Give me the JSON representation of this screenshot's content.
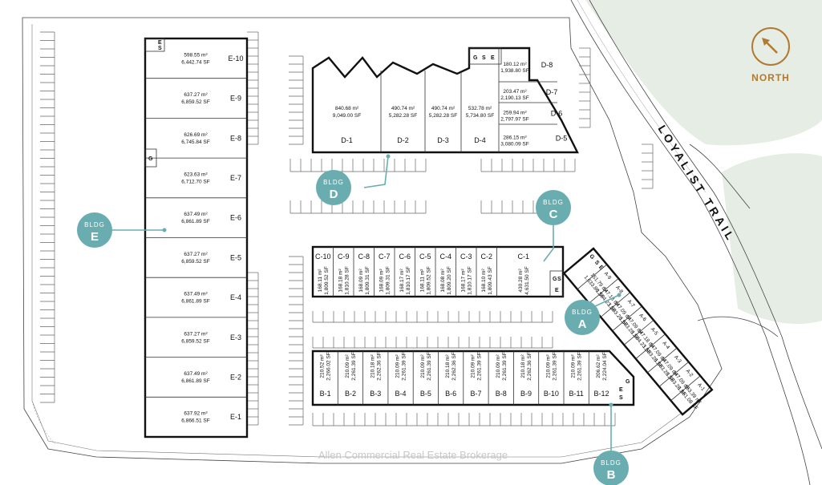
{
  "colors": {
    "badge": "#6aadb0",
    "north": "#b07a32",
    "green": "#e6ede4",
    "line": "#111111"
  },
  "north": {
    "label": "NORTH"
  },
  "road": {
    "label": "LOYALIST TRAIL"
  },
  "watermark": "Allen Commercial Real Estate Brokerage",
  "badges": [
    {
      "id": "E",
      "title": "BLDG",
      "letter": "E"
    },
    {
      "id": "D",
      "title": "BLDG",
      "letter": "D"
    },
    {
      "id": "C",
      "title": "BLDG",
      "letter": "C"
    },
    {
      "id": "A",
      "title": "BLDG",
      "letter": "A"
    },
    {
      "id": "B",
      "title": "BLDG",
      "letter": "B"
    }
  ],
  "services": {
    "E": "E",
    "S": "S",
    "G": "G"
  },
  "bldgE": [
    {
      "unit": "E-10",
      "m2": "598.55 m²",
      "sf": "6,442.74 SF"
    },
    {
      "unit": "E-9",
      "m2": "637.27 m²",
      "sf": "6,859.52 SF"
    },
    {
      "unit": "E-8",
      "m2": "626.69 m²",
      "sf": "6,745.84 SF"
    },
    {
      "unit": "E-7",
      "m2": "623.63 m²",
      "sf": "6,712.70 SF"
    },
    {
      "unit": "E-6",
      "m2": "637.49 m²",
      "sf": "6,861.89 SF"
    },
    {
      "unit": "E-5",
      "m2": "637.27 m²",
      "sf": "6,859.52 SF"
    },
    {
      "unit": "E-4",
      "m2": "637.49 m²",
      "sf": "6,861.89 SF"
    },
    {
      "unit": "E-3",
      "m2": "637.27 m²",
      "sf": "6,859.52 SF"
    },
    {
      "unit": "E-2",
      "m2": "637.49 m²",
      "sf": "6,861.89 SF"
    },
    {
      "unit": "E-1",
      "m2": "637.92 m²",
      "sf": "6,866.51 SF"
    }
  ],
  "bldgD": [
    {
      "unit": "D-1",
      "m2": "840.68 m²",
      "sf": "9,049.00 SF"
    },
    {
      "unit": "D-2",
      "m2": "490.74 m²",
      "sf": "5,282.28 SF"
    },
    {
      "unit": "D-3",
      "m2": "490.74 m²",
      "sf": "5,282.28 SF"
    },
    {
      "unit": "D-4",
      "m2": "532.78 m²",
      "sf": "5,734.80 SF"
    },
    {
      "unit": "D-8",
      "m2": "180.12 m²",
      "sf": "1,938.80 SF"
    },
    {
      "unit": "D-7",
      "m2": "203.47 m²",
      "sf": "2,190.13 SF"
    },
    {
      "unit": "D-6",
      "m2": "259.94 m²",
      "sf": "2,797.97 SF"
    },
    {
      "unit": "D-5",
      "m2": "286.15 m²",
      "sf": "3,080.09 SF"
    }
  ],
  "bldgC": [
    {
      "unit": "C-10",
      "m2": "168.11 m²",
      "sf": "1,809.52 SF"
    },
    {
      "unit": "C-9",
      "m2": "168.18 m²",
      "sf": "1,810.28 SF"
    },
    {
      "unit": "C-8",
      "m2": "168.09 m²",
      "sf": "1,809.31 SF"
    },
    {
      "unit": "C-7",
      "m2": "168.09 m²",
      "sf": "1,809.31 SF"
    },
    {
      "unit": "C-6",
      "m2": "168.17 m²",
      "sf": "1,810.17 SF"
    },
    {
      "unit": "C-5",
      "m2": "168.11 m²",
      "sf": "1,809.52 SF"
    },
    {
      "unit": "C-4",
      "m2": "168.08 m²",
      "sf": "1,809.20 SF"
    },
    {
      "unit": "C-3",
      "m2": "168.17 m²",
      "sf": "1,810.17 SF"
    },
    {
      "unit": "C-2",
      "m2": "168.10 m²",
      "sf": "1,809.43 SF"
    },
    {
      "unit": "C-1",
      "m2": "430.28 m²",
      "sf": "4,631.50 SF"
    }
  ],
  "bldgB": [
    {
      "unit": "B-1",
      "m2": "210.52 m²",
      "sf": "2,266.02 SF"
    },
    {
      "unit": "B-2",
      "m2": "210.09 m²",
      "sf": "2,261.39 SF"
    },
    {
      "unit": "B-3",
      "m2": "210.18 m²",
      "sf": "2,262.36 SF"
    },
    {
      "unit": "B-4",
      "m2": "210.09 m²",
      "sf": "2,261.39 SF"
    },
    {
      "unit": "B-5",
      "m2": "210.09 m²",
      "sf": "2,261.39 SF"
    },
    {
      "unit": "B-6",
      "m2": "210.18 m²",
      "sf": "2,262.36 SF"
    },
    {
      "unit": "B-7",
      "m2": "210.09 m²",
      "sf": "2,261.39 SF"
    },
    {
      "unit": "B-8",
      "m2": "210.09 m²",
      "sf": "2,261.39 SF"
    },
    {
      "unit": "B-9",
      "m2": "210.18 m²",
      "sf": "2,262.36 SF"
    },
    {
      "unit": "B-10",
      "m2": "210.09 m²",
      "sf": "2,261.39 SF"
    },
    {
      "unit": "B-11",
      "m2": "210.09 m²",
      "sf": "2,261.39 SF"
    },
    {
      "unit": "B-12",
      "m2": "206.62 m²",
      "sf": "2,224.04 SF"
    }
  ],
  "bldgA": [
    {
      "unit": "A-9",
      "m2": "151.79 m²",
      "sf": "1,633.86 SF"
    },
    {
      "unit": "A-8",
      "m2": "147.18 m²",
      "sf": "1,584.23 SF"
    },
    {
      "unit": "A-7",
      "m2": "147.09 m²",
      "sf": "1,583.28 SF"
    },
    {
      "unit": "A-6",
      "m2": "147.09 m²",
      "sf": "1,583.28 SF"
    },
    {
      "unit": "A-5",
      "m2": "147.18 m²",
      "sf": "1,584.23 SF"
    },
    {
      "unit": "A-4",
      "m2": "147.09 m²",
      "sf": "1,583.28 SF"
    },
    {
      "unit": "A-3",
      "m2": "147.09 m²",
      "sf": "1,583.28 SF"
    },
    {
      "unit": "A-2",
      "m2": "147.09 m²",
      "sf": "1,583.28 SF"
    },
    {
      "unit": "A-1",
      "m2": "153.39 m²",
      "sf": "1,651.08 SF"
    }
  ]
}
